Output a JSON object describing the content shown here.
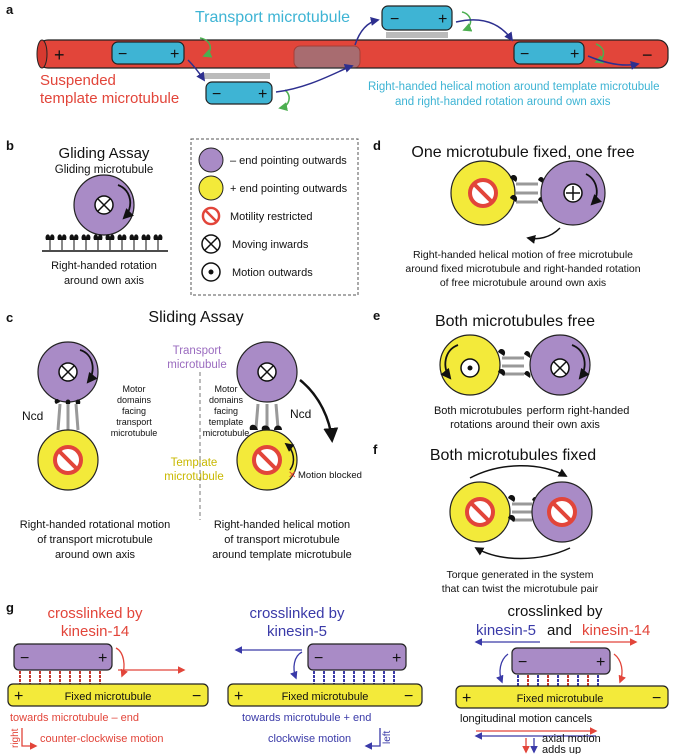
{
  "colors": {
    "red": "#e2453a",
    "cyan": "#3eb4d4",
    "purple": "#a98bc6",
    "yellow": "#f3ea3a",
    "navy": "#2d2f8f",
    "blue": "#3a3aa8",
    "green": "#4caf50",
    "black": "#111111"
  },
  "symbols": {
    "plus": "+",
    "minus": "−",
    "cross": "✕"
  },
  "panel_a": {
    "label": "a",
    "transport_title": "Transport microtubule",
    "template_label_1": "Suspended",
    "template_label_2": "template microtubule",
    "motion_1": "Right-handed helical motion around template microtubule",
    "motion_2": "and right-handed rotation around own axis"
  },
  "panel_b": {
    "label": "b",
    "title": "Gliding Assay",
    "subtitle": "Gliding microtubule",
    "caption_1": "Right-handed rotation",
    "caption_2": "around own axis"
  },
  "legend": {
    "items": [
      "– end pointing outwards",
      "+ end pointing outwards",
      "Motility restricted",
      "Moving inwards",
      "Motion outwards"
    ]
  },
  "panel_c": {
    "label": "c",
    "title": "Sliding Assay",
    "transport_1": "Transport",
    "transport_2": "microtubule",
    "template_1": "Template",
    "template_2": "microtubule",
    "ncd": "Ncd",
    "motor_left": [
      "Motor",
      "domains",
      "facing",
      "transport",
      "microtubule"
    ],
    "motor_right": [
      "Motor",
      "domains",
      "facing",
      "template",
      "microtubule"
    ],
    "blocked": "Motion blocked",
    "caption_left": [
      "Right-handed rotational motion",
      "of transport microtubule",
      "around own axis"
    ],
    "caption_right": [
      "Right-handed helical motion",
      "of transport microtubule",
      "around template microtubule"
    ]
  },
  "panel_d": {
    "label": "d",
    "title": "One microtubule fixed, one free",
    "caption": [
      "Right-handed helical motion of free microtubule",
      "around fixed microtubule and right-handed rotation",
      "of free microtubule around own axis"
    ]
  },
  "panel_e": {
    "label": "e",
    "title": "Both microtubules free",
    "caption_a": "Both microtubules",
    "caption_b": "perform right-handed",
    "caption_2": "rotations around their own axis"
  },
  "panel_f": {
    "label": "f",
    "title": "Both microtubules fixed",
    "caption": [
      "Torque generated in the system",
      "that can twist  the microtubule pair"
    ]
  },
  "panel_g": {
    "label": "g",
    "left_title_1": "crosslinked by",
    "left_title_2": "kinesin-14",
    "mid_title_1": "crosslinked by",
    "mid_title_2": "kinesin-5",
    "right_title_1": "crosslinked by",
    "right_k5": "kinesin-5",
    "right_and": "and",
    "right_k14": "kinesin-14",
    "fixed_mt": "Fixed microtubule",
    "left_towards": "towards microtubule – end",
    "left_right": "right",
    "left_motion": "counter-clockwise motion",
    "mid_towards": "towards microtubule + end",
    "mid_motion": "clockwise motion",
    "mid_left": "left",
    "right_cancel": "longitudinal motion cancels",
    "right_axial_1": "axial motion",
    "right_axial_2": "adds up"
  }
}
